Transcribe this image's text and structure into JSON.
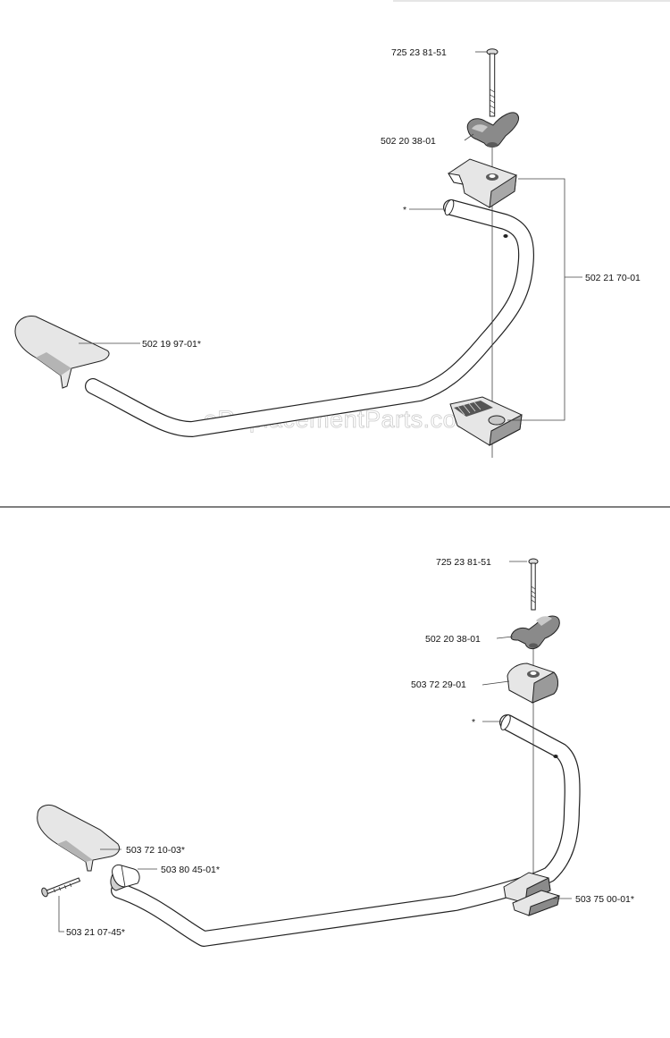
{
  "watermark": "eReplacementParts.com",
  "colors": {
    "line": "#222222",
    "part_fill": "#e6e6e6",
    "part_dark": "#8a8a8a",
    "divider": "#333333"
  },
  "top": {
    "labels": {
      "bolt": "725 23 81-51",
      "knob": "502 20 38-01",
      "clamp_kit": "502 21 70-01",
      "grip": "502 19 97-01*",
      "star": "*"
    }
  },
  "bottom": {
    "labels": {
      "bolt": "725 23 81-51",
      "knob": "502 20 38-01",
      "clamp_top": "503 72 29-01",
      "star": "*",
      "grip": "503 72 10-03*",
      "grip_clamp": "503 80 45-01*",
      "screw": "503 21 07-45*",
      "clamp_bottom": "503 75 00-01*"
    }
  }
}
